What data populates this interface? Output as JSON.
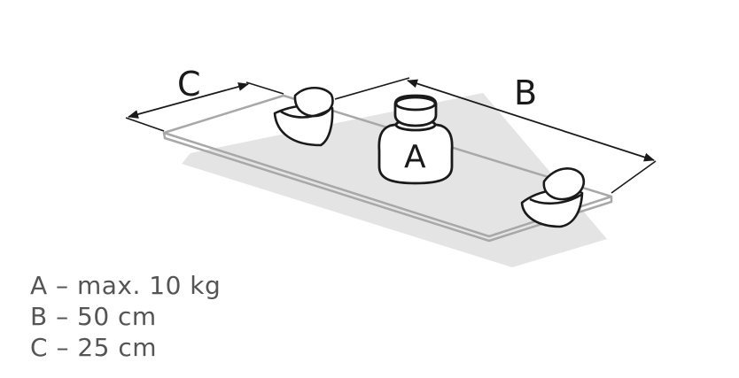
{
  "diagram": {
    "labels": {
      "weight": "A",
      "length": "B",
      "depth": "C"
    }
  },
  "legend": {
    "items": [
      "A – max. 10 kg",
      "B – 50 cm",
      "C – 25 cm"
    ]
  },
  "colors": {
    "line": "#1a1a1a",
    "shelf_edge": "#aaaaaa",
    "shadow": "#e4e4e4",
    "legend_text": "#555555"
  }
}
